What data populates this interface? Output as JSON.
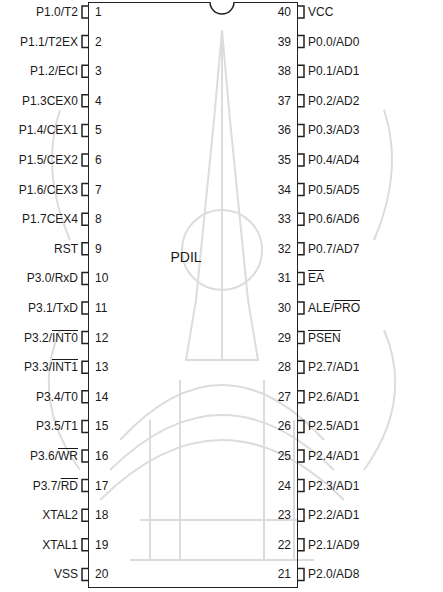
{
  "diagram": {
    "nodes": [
      {
        "text": [
          "PDIL"
        ]
      }
    ],
    "labels": [
      "P1.0/T2",
      "1",
      "40",
      "VCC",
      "P1.1/T2EX",
      "2",
      "39",
      "P0.0/AD0",
      "P1.2/ECI",
      "3",
      "38",
      "P0.1/AD1",
      "P1.3CEX0",
      "4",
      "37",
      "P0.2/AD2",
      "P1.4/CEX1",
      "5",
      "36",
      "P0.3/AD3",
      "P1.5/CEX2",
      "6",
      "35",
      "P0.4/AD4",
      "P1.6/CEX3",
      "7",
      "34",
      "P0.5/AD5",
      "P1.7CEX4",
      "8",
      "33",
      "P0.6/AD6",
      "RST",
      "9",
      "32",
      "P0.7/AD7",
      "P3.0/RxD",
      "10",
      "31",
      "EA",
      "P3.1/TxD",
      "11",
      "30",
      "ALE/PRO",
      "P3.2/INT0",
      "12",
      "29",
      "PSEN",
      "P3.3/INT1",
      "13",
      "28",
      "P2.7/AD1",
      "P3.4/T0",
      "14",
      "27",
      "P2.6/AD1",
      "P3.5/T1",
      "15",
      "26",
      "P2.5/AD1",
      "P3.6/WR",
      "16",
      "25",
      "P2.4/AD1",
      "P3.7/RD",
      "17",
      "24",
      "P2.3/AD1",
      "XTAL2",
      "18",
      "23",
      "P2.2/AD1",
      "XTAL1",
      "19",
      "22",
      "P2.1/AD9",
      "VSS",
      "20",
      "21",
      "P2.0/AD8"
    ]
  }
}
